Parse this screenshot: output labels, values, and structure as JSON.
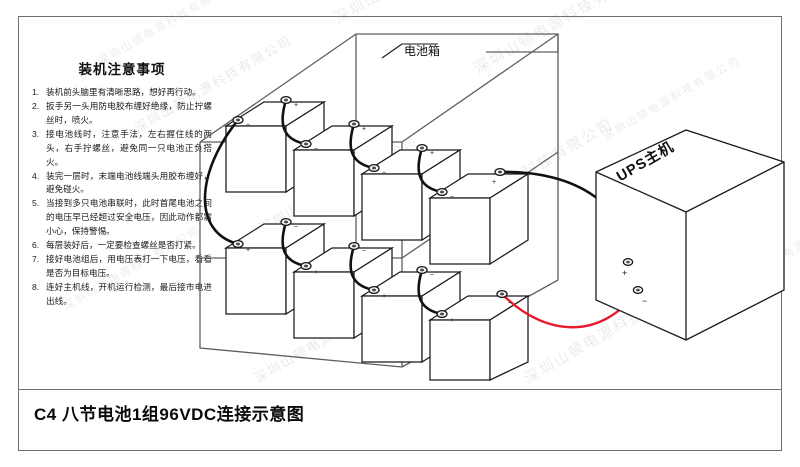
{
  "document": {
    "caption": "C4  八节电池1组96VDC连接示意图",
    "watermark_text": "深圳山顿电源科技有限公司"
  },
  "notes": {
    "title": "装机注意事项",
    "items": [
      {
        "num": "1.",
        "text": "装机前头脑里有清晰思路，想好再行动。"
      },
      {
        "num": "2.",
        "text": "扳手另一头用防电胶布缠好绝缘，防止拧螺丝时，喷火。"
      },
      {
        "num": "3.",
        "text": "接电池线时，注意手法，左右握住线的两头，右手拧螺丝，避免同一只电池正负搭火。"
      },
      {
        "num": "4.",
        "text": "装完一层时，末端电池线端头用胶布缠好，避免碰火。"
      },
      {
        "num": "5.",
        "text": "当接到多只电池串联时，此时首尾电池之间的电压早已经超过安全电压，因此动作都需小心，保持警惕。"
      },
      {
        "num": "6.",
        "text": "每层装好后，一定要检查螺丝是否打紧。"
      },
      {
        "num": "7.",
        "text": "接好电池组后，用电压表打一下电压，看看是否为目标电压。"
      },
      {
        "num": "8.",
        "text": "连好主机线，开机运行检测，最后接市电进出线。"
      }
    ]
  },
  "diagram": {
    "cabinet_label": "电池箱",
    "ups_label": "UPS主机",
    "terminal_plus": "+",
    "terminal_minus": "−",
    "battery_count": 8,
    "rows": 2,
    "per_row": 4,
    "colors": {
      "line": "#1a1a1a",
      "cabinet_line": "#5f5f5f",
      "positive_wire": "#e8192c",
      "negative_wire": "#111111"
    }
  }
}
